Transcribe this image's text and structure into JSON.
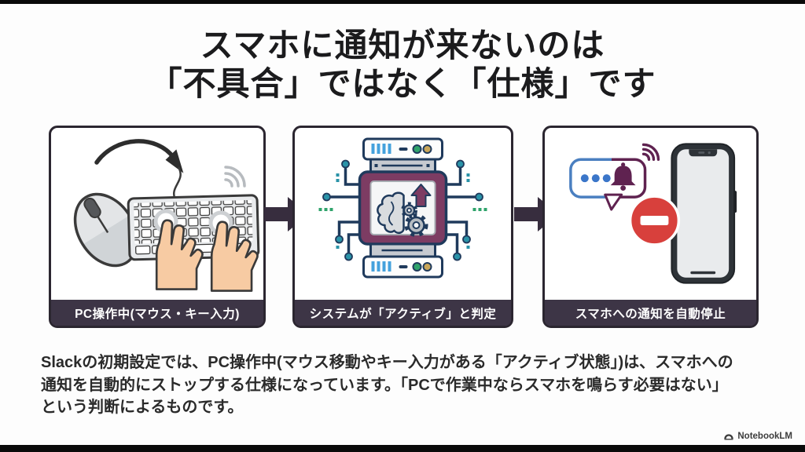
{
  "title": {
    "line1": "スマホに通知が来ないのは",
    "line2": "「不具合」ではなく「仕様」です"
  },
  "panels": [
    {
      "caption": "PC操作中(マウス・キー入力)",
      "illustration": "mouse-and-keyboard-typing"
    },
    {
      "caption": "システムが「アクティブ」と判定",
      "illustration": "server-with-brain-and-gears"
    },
    {
      "caption": "スマホへの通知を自動停止",
      "illustration": "notification-blocked-smartphone"
    }
  ],
  "body": {
    "lines": [
      "Slackの初期設定では、PC操作中(マウス移動やキー入力がある「アクティブ状態」)は、スマホへの",
      "通知を自動的にストップする仕様になっています。「PCで作業中ならスマホを鳴らす必要はない」",
      "という判断によるものです。"
    ]
  },
  "watermark": {
    "label": "NotebookLM"
  },
  "icons": [
    "flow-arrow-icon",
    "notebooklm-logo-icon",
    "mouse-icon",
    "keyboard-icon",
    "typing-hands-icon",
    "cursor-arrow-icon",
    "wifi-signal-icon",
    "server-icon",
    "brain-icon",
    "gear-icon",
    "up-arrow-icon",
    "circuit-trace-icon",
    "chat-bubble-icon",
    "typing-dots-icon",
    "bell-icon",
    "no-entry-icon",
    "smartphone-icon"
  ],
  "colors": {
    "caption_bg": "#3d3546",
    "panel_border": "#2b2630",
    "arrow": "#372d3e",
    "accent_plum": "#7d3c63",
    "accent_navy": "#1f3a5c",
    "accent_red": "#d8403c",
    "accent_blue": "#3b76c9",
    "accent_green": "#2fa36b",
    "accent_teal": "#2a93a8"
  }
}
